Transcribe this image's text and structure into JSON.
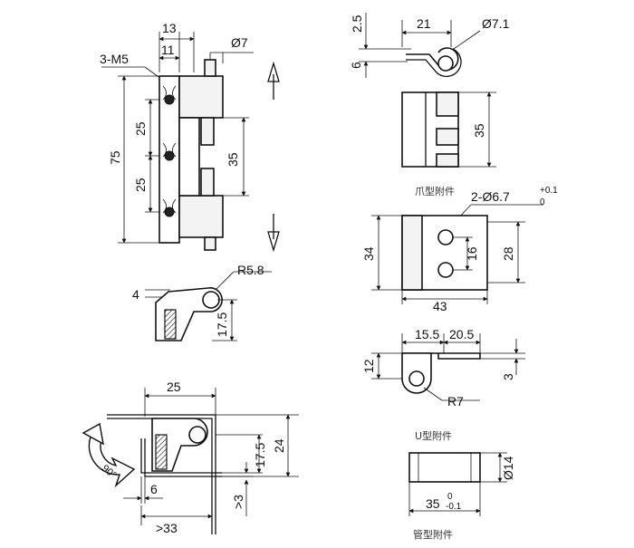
{
  "left_view": {
    "dim_13": "13",
    "dim_11": "11",
    "label_thread": "3-M5",
    "dim_pin_dia": "Ø7",
    "dim_total_height": "75",
    "dim_upper_spacing": "25",
    "dim_lower_spacing": "25",
    "dim_leaf_height": "35"
  },
  "side_view": {
    "dim_radius": "R5.8",
    "dim_4": "4",
    "dim_17_5": "17.5"
  },
  "mount_view": {
    "dim_25": "25",
    "dim_17_5": "17.5",
    "dim_24": "24",
    "dim_6": "6",
    "dim_33": ">33",
    "dim_3": ">3",
    "rotation_label": "90°"
  },
  "claw_attachment": {
    "dim_2_5": "2.5",
    "dim_21": "21",
    "dim_dia": "Ø7.1",
    "dim_6": "6",
    "dim_35": "35",
    "caption": "爪型附件"
  },
  "plate_attachment": {
    "dim_holes": "2-Ø6.7",
    "tol_upper": "+0.1",
    "tol_lower": "0",
    "dim_34": "34",
    "dim_16": "16",
    "dim_28": "28",
    "dim_43": "43"
  },
  "u_attachment": {
    "dim_15_5": "15.5",
    "dim_20_5": "20.5",
    "dim_12": "12",
    "dim_3": "3",
    "dim_radius": "R7",
    "caption": "U型附件"
  },
  "tube_attachment": {
    "dim_dia": "Ø14",
    "dim_length": "35",
    "tol_upper": "0",
    "tol_lower": "-0.1",
    "caption": "管型附件"
  }
}
